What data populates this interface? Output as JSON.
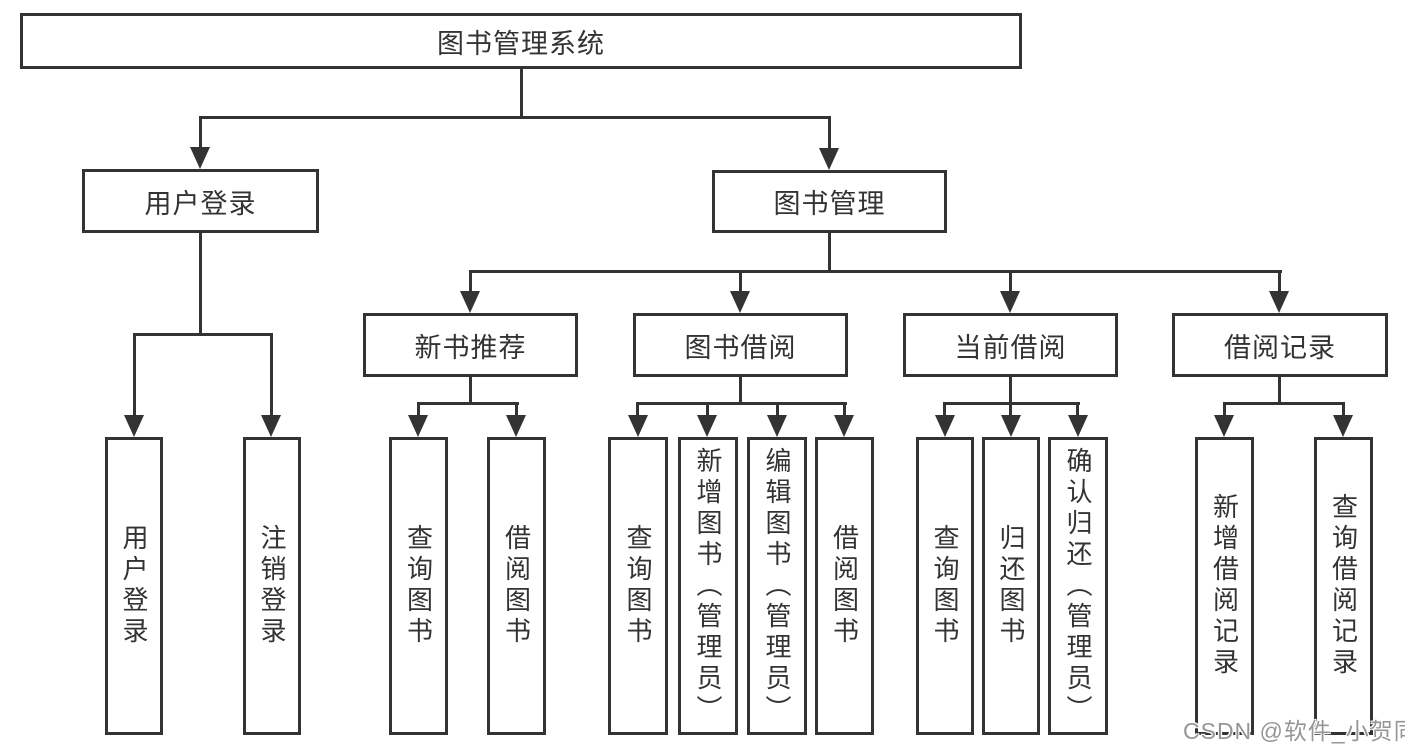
{
  "watermark": "CSDN @软件_小贺同学",
  "colors": {
    "line": "#333333",
    "text": "#333333",
    "background": "#ffffff",
    "watermark": "#969696"
  },
  "tree": {
    "label": "图书管理系统",
    "children": [
      {
        "label": "用户登录",
        "children": [
          {
            "label": "用户登录"
          },
          {
            "label": "注销登录"
          }
        ]
      },
      {
        "label": "图书管理",
        "children": [
          {
            "label": "新书推荐",
            "children": [
              {
                "label": "查询图书"
              },
              {
                "label": "借阅图书"
              }
            ]
          },
          {
            "label": "图书借阅",
            "children": [
              {
                "label": "查询图书"
              },
              {
                "label": "新增图书（管理员）"
              },
              {
                "label": "编辑图书（管理员）"
              },
              {
                "label": "借阅图书"
              }
            ]
          },
          {
            "label": "当前借阅",
            "children": [
              {
                "label": "查询图书"
              },
              {
                "label": "归还图书"
              },
              {
                "label": "确认归还（管理员）"
              }
            ]
          },
          {
            "label": "借阅记录",
            "children": [
              {
                "label": "新增借阅记录"
              },
              {
                "label": "查询借阅记录"
              }
            ]
          }
        ]
      }
    ]
  }
}
